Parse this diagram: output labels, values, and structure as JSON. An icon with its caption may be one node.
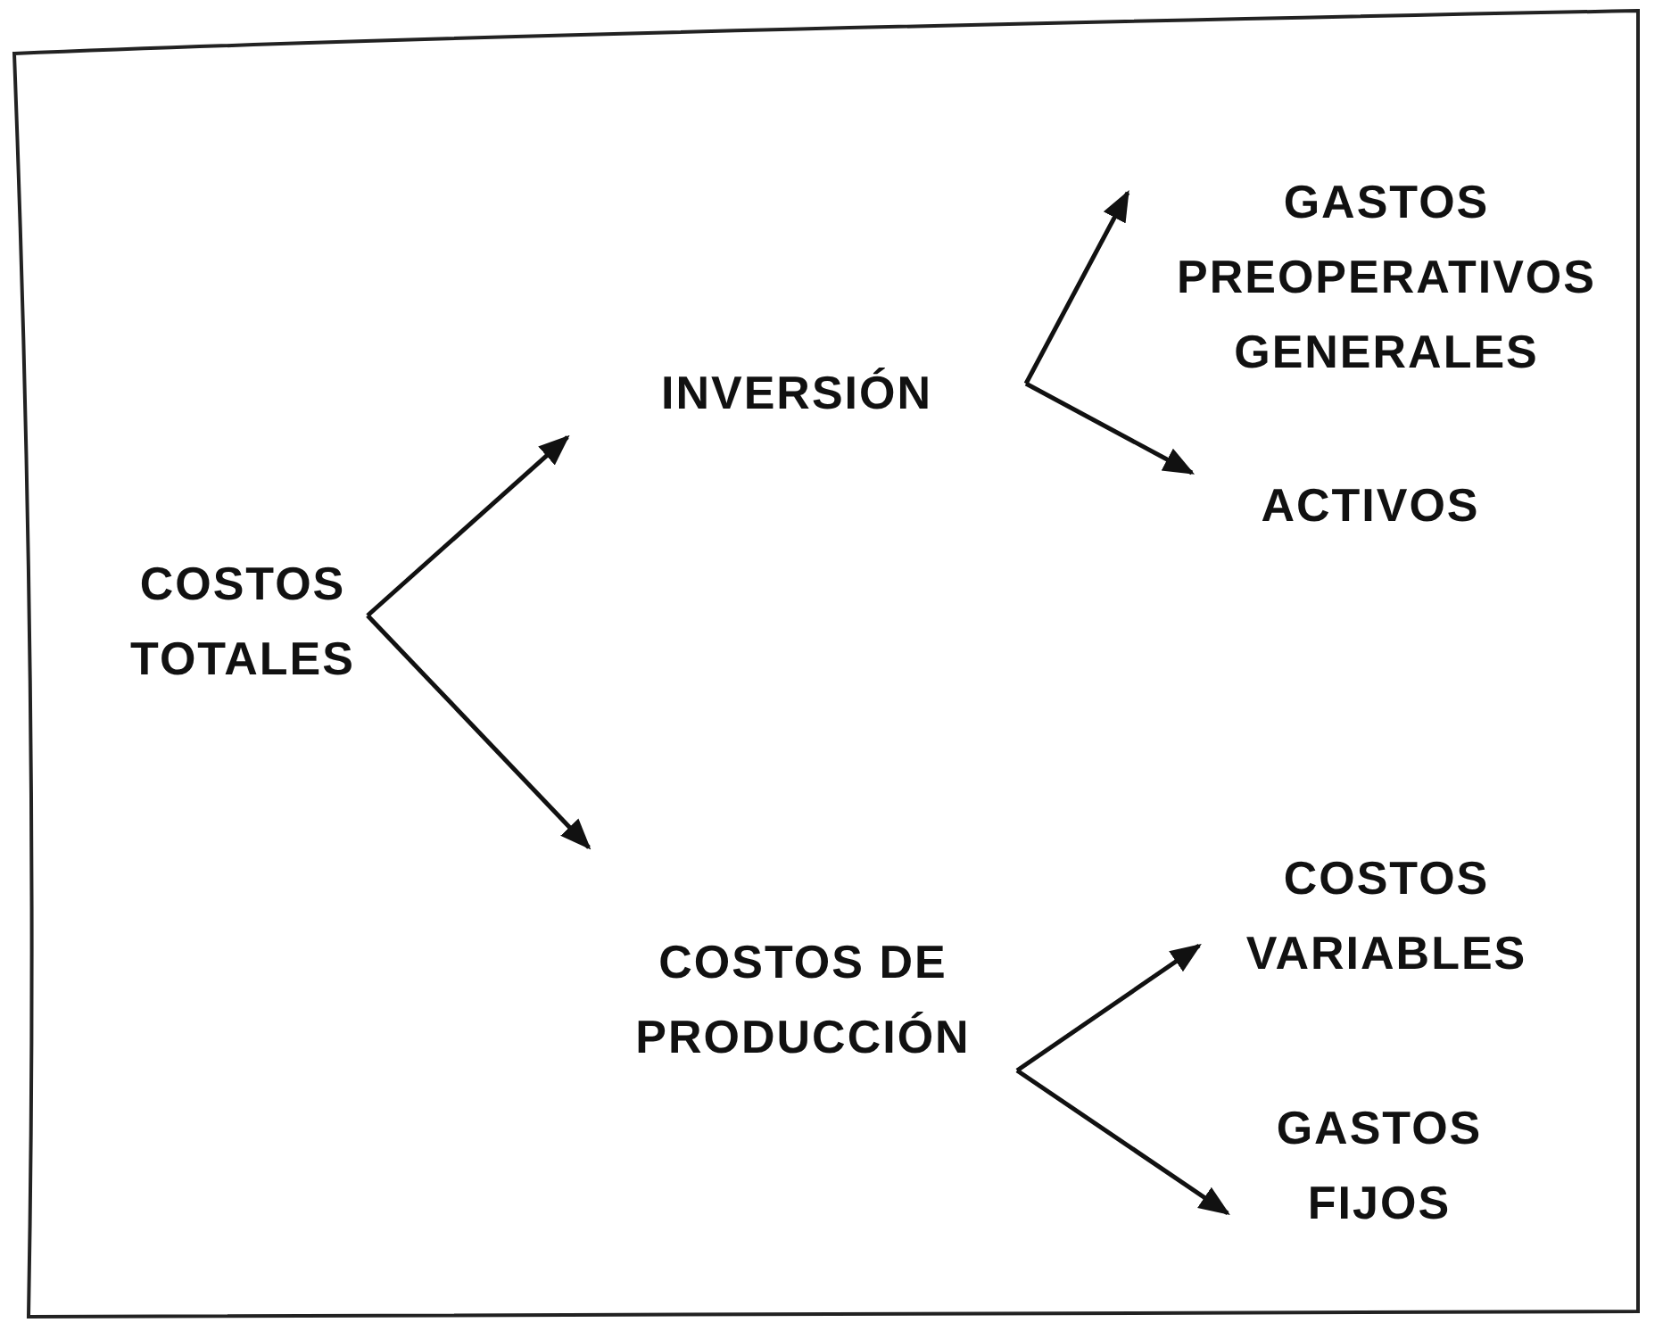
{
  "diagram": {
    "nodes": [
      {
        "text": [
          "COSTOS TOTALES"
        ]
      },
      {
        "text": [
          "INVERSIÓN"
        ]
      },
      {
        "text": [
          "GASTOS PREOPERATIVOS GENERALES"
        ]
      },
      {
        "text": [
          "ACTIVOS"
        ]
      },
      {
        "text": [
          "COSTOS DE PRODUCCIÓN"
        ]
      },
      {
        "text": [
          "COSTOS VARIABLES"
        ]
      },
      {
        "text": [
          "GASTOS FIJOS"
        ]
      }
    ],
    "edges": [
      {
        "from": 0,
        "to": 1,
        "arrow": "to"
      },
      {
        "from": 0,
        "to": 4,
        "arrow": "to"
      },
      {
        "from": 1,
        "to": 2,
        "arrow": "to"
      },
      {
        "from": 1,
        "to": 3,
        "arrow": "to"
      },
      {
        "from": 4,
        "to": 5,
        "arrow": "to"
      },
      {
        "from": 4,
        "to": 6,
        "arrow": "to"
      }
    ]
  }
}
